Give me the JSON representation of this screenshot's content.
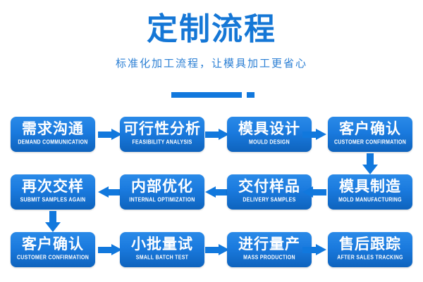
{
  "header": {
    "title": "定制流程",
    "subtitle": "标准化加工流程，让模具加工更省心",
    "title_color": "#1577d6",
    "subtitle_color": "#2b7fd4",
    "divider": {
      "bar_color": "#1178dd",
      "dot_color": "#1178dd"
    }
  },
  "theme": {
    "background": "#ffffff",
    "box_top_color": "#2a8ae8",
    "box_bottom_color": "#0e63bd",
    "arrow_color": "#1178dd",
    "box_text_color": "#ffffff"
  },
  "flow": {
    "rows": [
      {
        "direction": "right",
        "steps": [
          {
            "cn": "需求沟通",
            "en": "DEMAND COMMUNICATION"
          },
          {
            "cn": "可行性分析",
            "en": "FEASIBILITY ANALYSIS"
          },
          {
            "cn": "模具设计",
            "en": "MOULD DESIGN"
          },
          {
            "cn": "客户确认",
            "en": "CUSTOMER CONFIRMATION"
          }
        ],
        "arrows": [
          "arrow-right",
          "arrow-right",
          "arrow-right"
        ]
      },
      {
        "direction": "left",
        "steps": [
          {
            "cn": "再次交样",
            "en": "SUBMIT SAMPLES AGAIN"
          },
          {
            "cn": "内部优化",
            "en": "INTERNAL OPTIMIZATION"
          },
          {
            "cn": "交付样品",
            "en": "DELIVERY SAMPLES"
          },
          {
            "cn": "模具制造",
            "en": "MOLD MANUFACTURING"
          }
        ],
        "arrows": [
          "arrow-left",
          "arrow-left",
          "arrow-left"
        ]
      },
      {
        "direction": "right",
        "steps": [
          {
            "cn": "客户确认",
            "en": "CUSTOMER CONFIRMATION"
          },
          {
            "cn": "小批量试",
            "en": "SMALL BATCH TEST"
          },
          {
            "cn": "进行量产",
            "en": "MASS PRODUCTION"
          },
          {
            "cn": "售后跟踪",
            "en": "AFTER SALES TRACKING"
          }
        ],
        "arrows": [
          "arrow-right",
          "arrow-right",
          "arrow-right"
        ]
      }
    ],
    "connectors": [
      {
        "name": "arrow-down-right",
        "from_row": 1,
        "to_row": 2
      },
      {
        "name": "arrow-down-left",
        "from_row": 2,
        "to_row": 3
      }
    ]
  }
}
